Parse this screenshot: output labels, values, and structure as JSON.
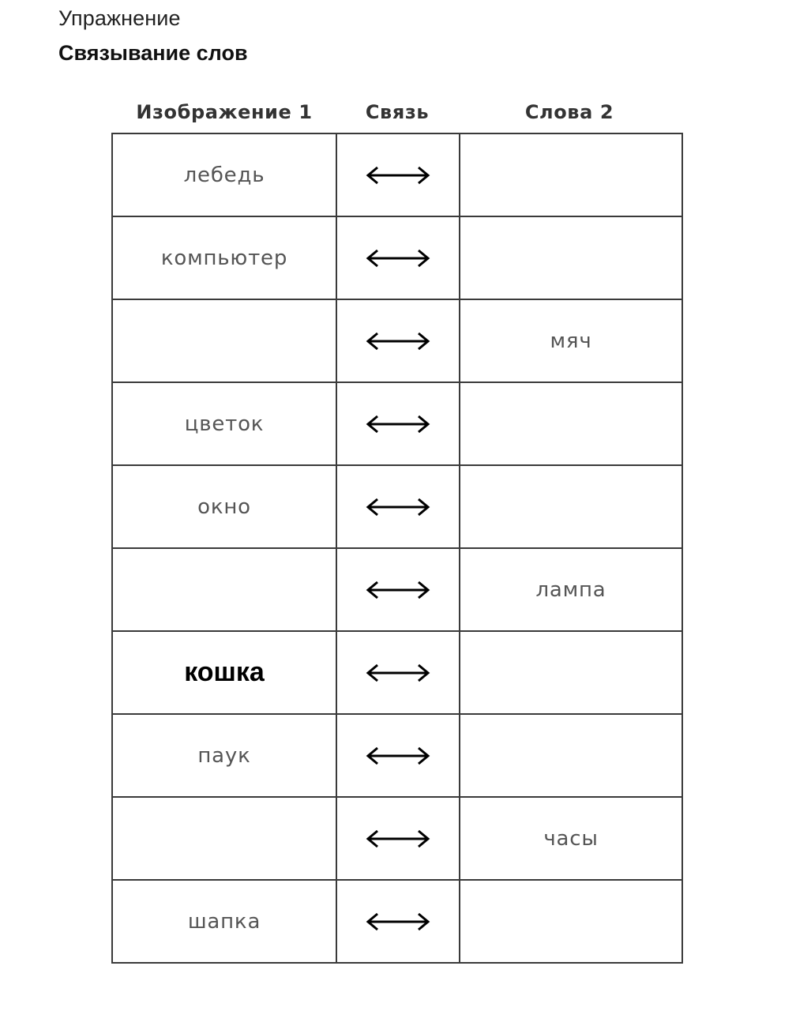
{
  "header": {
    "label": "Упражнение",
    "title": "Связывание слов"
  },
  "table": {
    "columns": [
      "Изображение 1",
      "Связь",
      "Слова 2"
    ],
    "link_icon": "double-arrow-icon",
    "rows": [
      {
        "left": "лебедь",
        "right": ""
      },
      {
        "left": "компьютер",
        "right": ""
      },
      {
        "left": "",
        "right": "мяч"
      },
      {
        "left": "цветок",
        "right": ""
      },
      {
        "left": "окно",
        "right": ""
      },
      {
        "left": "",
        "right": "лампа"
      },
      {
        "left": "кошка",
        "right": ""
      },
      {
        "left": "паук",
        "right": ""
      },
      {
        "left": "",
        "right": "часы"
      },
      {
        "left": "шапка",
        "right": ""
      }
    ]
  }
}
